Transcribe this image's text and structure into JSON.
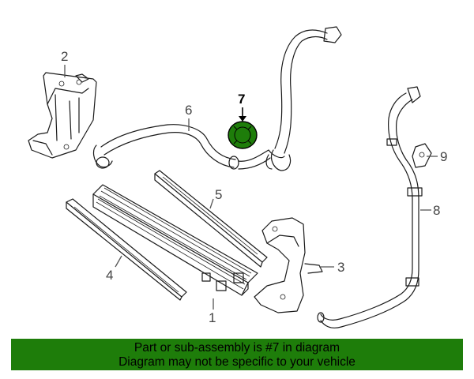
{
  "callouts": {
    "c1": "1",
    "c2": "2",
    "c3": "3",
    "c4": "4",
    "c5": "5",
    "c6": "6",
    "c7": "7",
    "c8": "8",
    "c9": "9"
  },
  "highlight": {
    "part": "7",
    "color": "#1e7d0a"
  },
  "banner": {
    "line1": "Part or sub-assembly is #7 in diagram",
    "line2": "Diagram may not be specific to your vehicle",
    "background": "#1e7d0a"
  }
}
